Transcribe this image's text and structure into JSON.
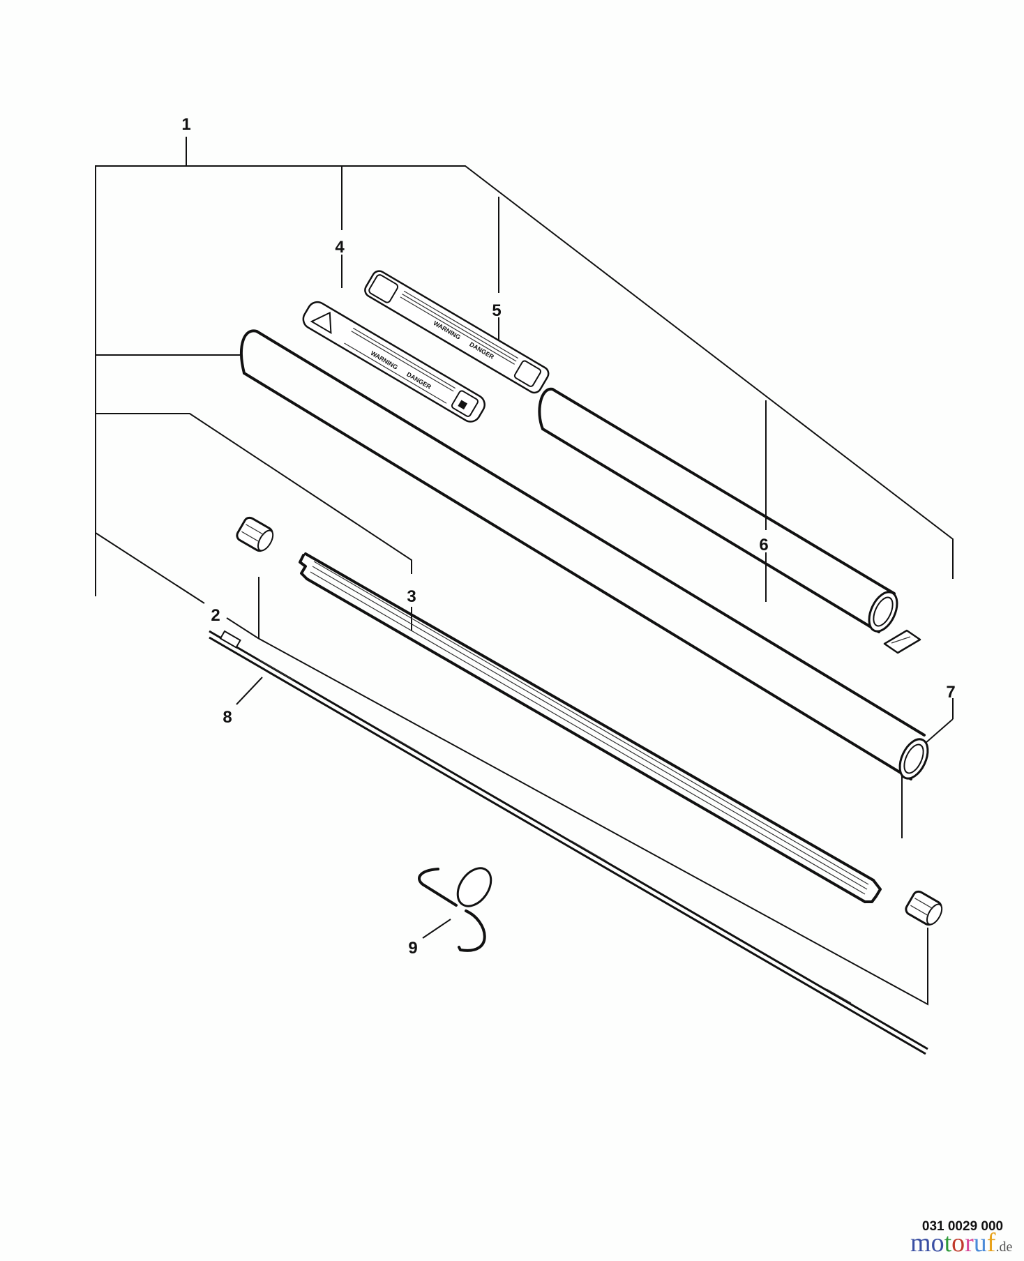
{
  "diagram": {
    "type": "exploded-parts-diagram",
    "subject": "Shaft / tube assembly",
    "callouts": [
      {
        "id": "1",
        "label": "1",
        "part": "shaft assembly (bracket group)"
      },
      {
        "id": "2",
        "label": "2",
        "part": "bushing (x2)"
      },
      {
        "id": "3",
        "label": "3",
        "part": "liner (splined)"
      },
      {
        "id": "4",
        "label": "4",
        "part": "warning decal (electric shock)"
      },
      {
        "id": "5",
        "label": "5",
        "part": "warning decal (operator)"
      },
      {
        "id": "6",
        "label": "6",
        "part": "outer tube"
      },
      {
        "id": "7",
        "label": "7",
        "part": "clip / plate"
      },
      {
        "id": "8",
        "label": "8",
        "part": "drive shaft"
      },
      {
        "id": "9",
        "label": "9",
        "part": "hook / hanger"
      }
    ],
    "decals": {
      "decal4": {
        "warning": "WARNING",
        "danger": "DANGER"
      },
      "decal5": {
        "warning": "WARNING",
        "danger": "DANGER"
      }
    }
  },
  "footer": {
    "reference_number": "031 0029 000",
    "watermark": {
      "letters": [
        "m",
        "o",
        "t",
        "o",
        "r",
        "u",
        "f"
      ],
      "colors": [
        "#3a4fa3",
        "#3a4fa3",
        "#2f9a3a",
        "#c0392b",
        "#d94a9a",
        "#4a8ad8",
        "#e8a21b"
      ],
      "tld": ".de"
    }
  }
}
